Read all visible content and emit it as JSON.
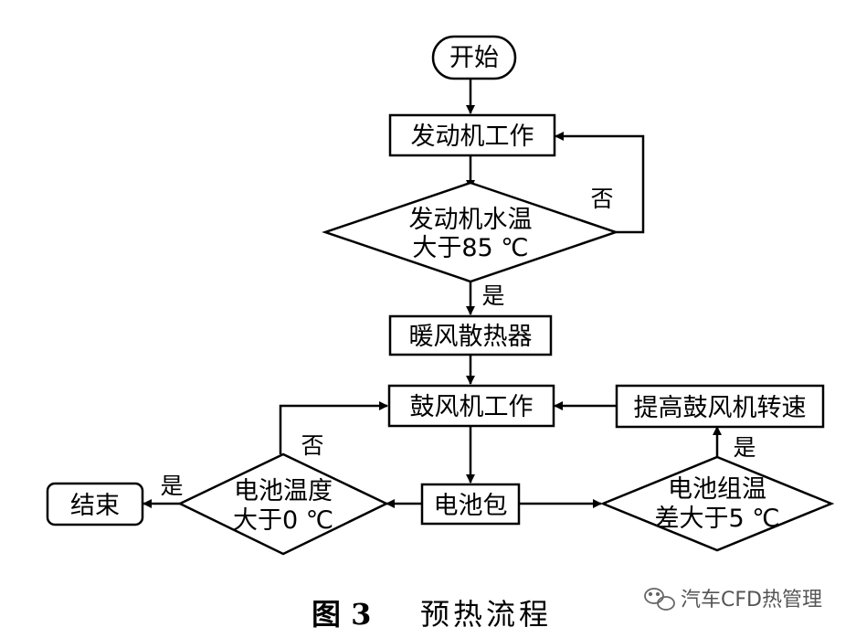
{
  "nodes": {
    "start": "开始",
    "engine_work": "发动机工作",
    "coolant_check_l1": "发动机水温",
    "coolant_check_l2": "大于85 ℃",
    "heater_core": "暖风散热器",
    "blower_work": "鼓风机工作",
    "increase_blower": "提高鼓风机转速",
    "battery_pack": "电池包",
    "battery_temp_l1": "电池温度",
    "battery_temp_l2": "大于0 ℃",
    "cell_diff_l1": "电池组温",
    "cell_diff_l2": "差大于5 ℃",
    "end": "结束"
  },
  "edge_labels": {
    "coolant_no": "否",
    "coolant_yes": "是",
    "battery_no": "否",
    "battery_yes": "是",
    "diff_yes": "是"
  },
  "caption": {
    "figure": "图 3",
    "title": "预热流程"
  },
  "watermark": {
    "text": "汽车CFD热管理",
    "icon": "wechat-icon"
  }
}
